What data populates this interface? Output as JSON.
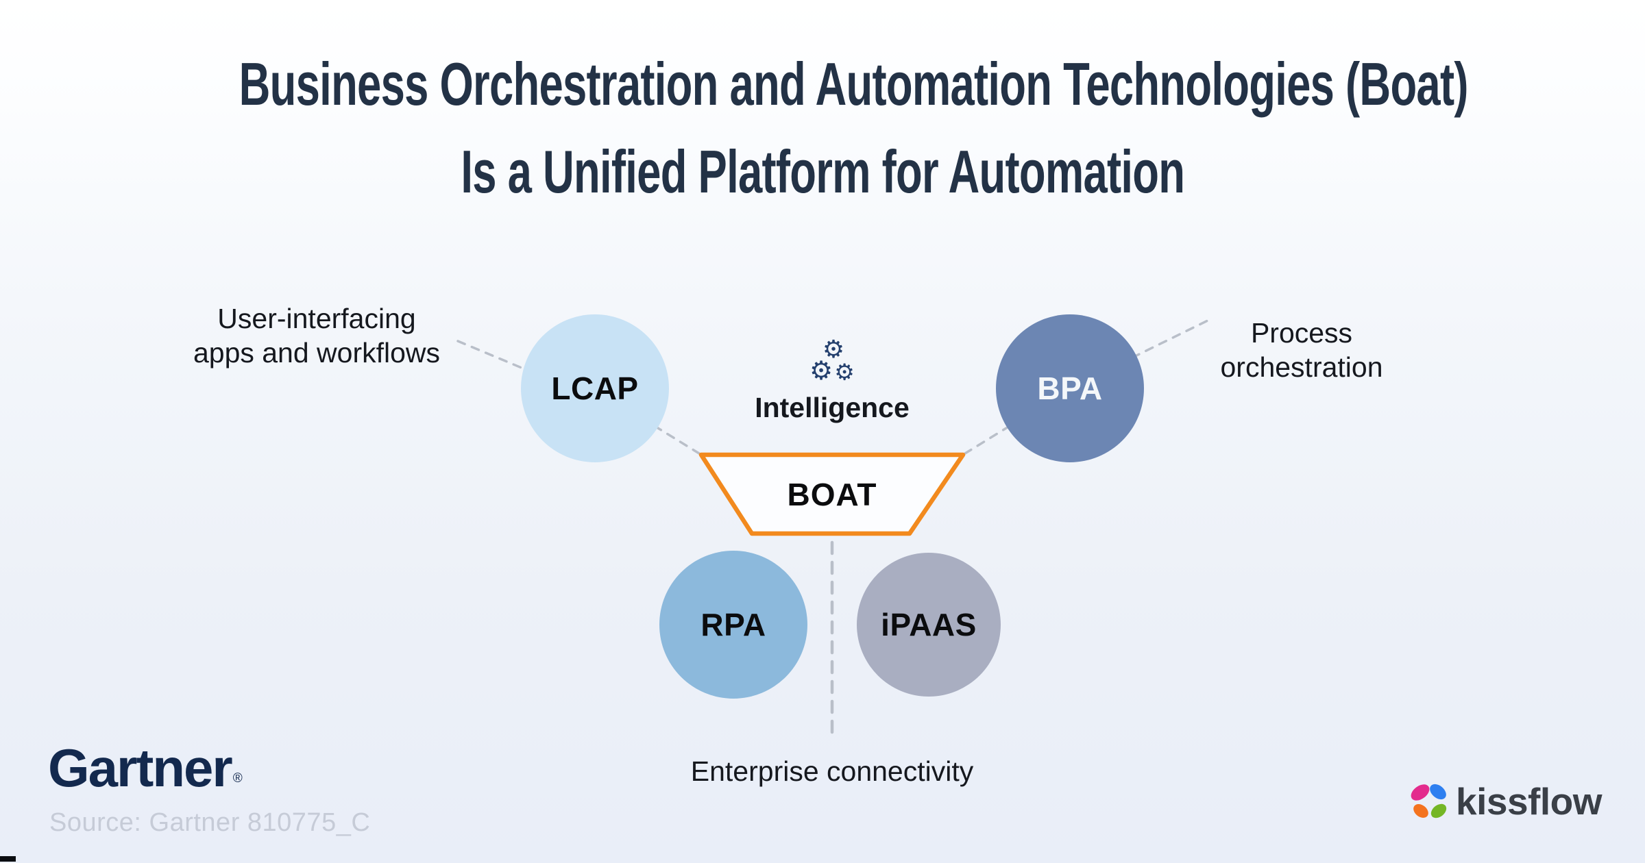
{
  "title": {
    "line1": "Business Orchestration and Automation Technologies (Boat)",
    "line2": "Is a Unified Platform for Automation"
  },
  "diagram": {
    "left_label": {
      "line1": "User-interfacing",
      "line2": "apps and workflows"
    },
    "right_label": {
      "line1": "Process",
      "line2": "orchestration"
    },
    "bottom_label": "Enterprise connectivity",
    "intelligence_label": "Intelligence",
    "boat_label": "BOAT",
    "gear_glyph": "⚙",
    "gear_icon_color": "#24406e",
    "dash_color": "#b9bfc9",
    "trapezoid_color": "#f28a1e",
    "circles": [
      {
        "id": "lcap",
        "label": "LCAP",
        "fill": "#c8e2f5"
      },
      {
        "id": "bpa",
        "label": "BPA",
        "fill": "#6c86b3"
      },
      {
        "id": "rpa",
        "label": "RPA",
        "fill": "#8cb9dc"
      },
      {
        "id": "ipaas",
        "label": "iPAAS",
        "fill": "#a9aec1"
      }
    ]
  },
  "footer": {
    "gartner_logo": "Gartner",
    "gartner_reg": "®",
    "source": "Source: Gartner 810775_C",
    "kissflow_logo": "kissflow",
    "kissflow_petal_colors": {
      "top_left": "#e32b8d",
      "top_right": "#2e7ff0",
      "bottom_left": "#f4731f",
      "bottom_right": "#74b626"
    }
  }
}
